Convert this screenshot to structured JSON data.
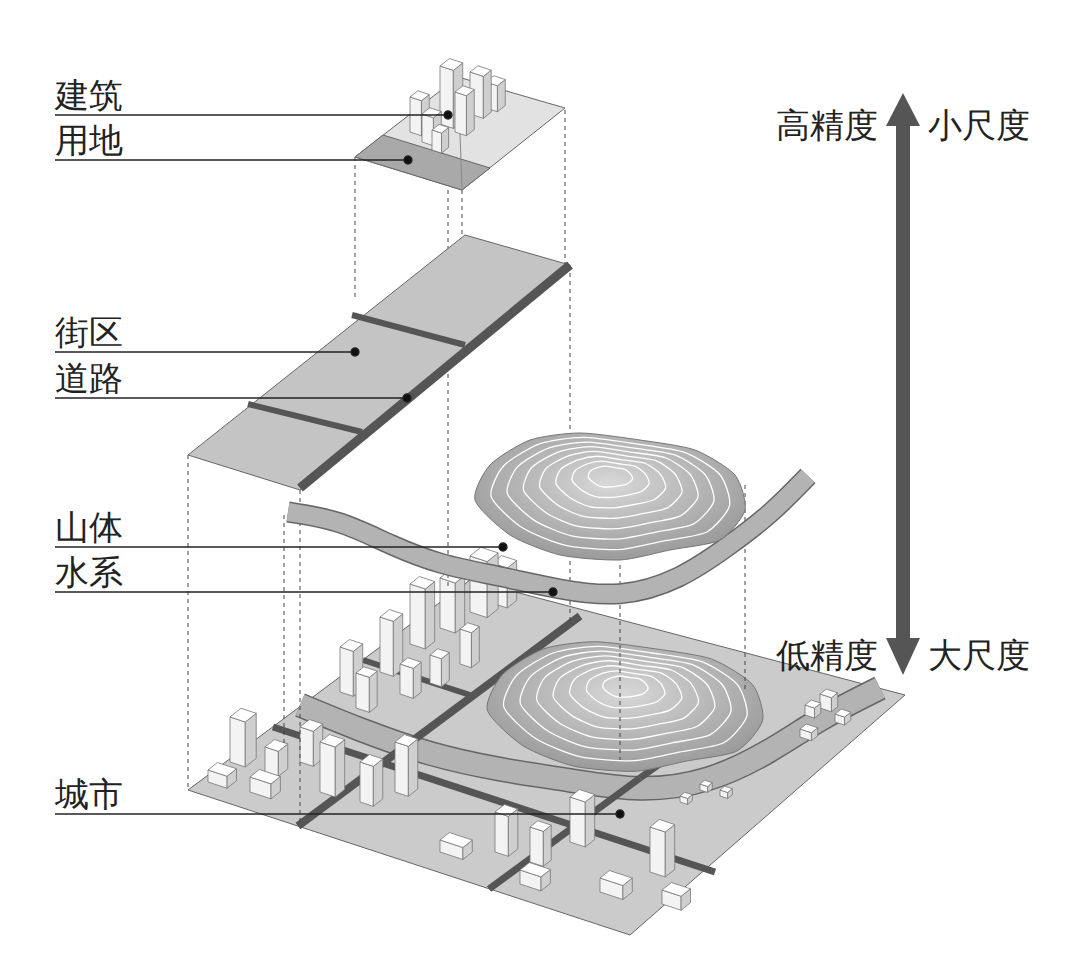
{
  "diagram": {
    "labels": [
      "建筑",
      "用地",
      "街区",
      "道路",
      "山体",
      "水系",
      "城市",
      "高精度",
      "小尺度",
      "低精度",
      "大尺度"
    ]
  }
}
